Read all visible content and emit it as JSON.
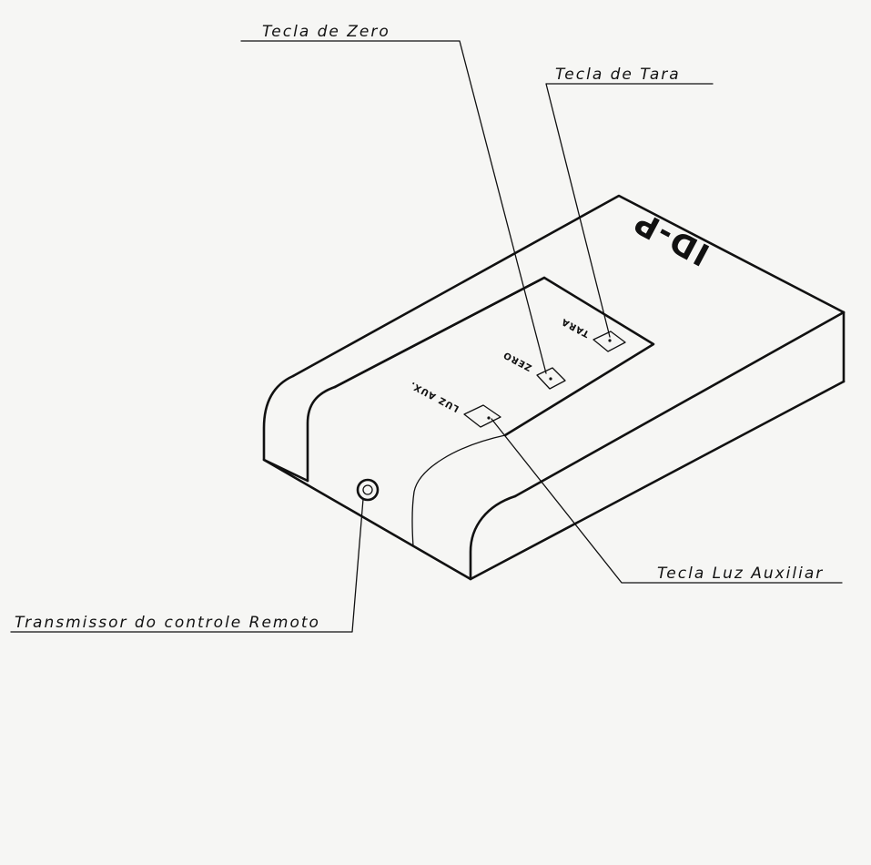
{
  "device": {
    "brand": "ID-P",
    "key_labels": {
      "tara": "TARA",
      "zero": "ZERO",
      "luz_aux": "LUZ AUX."
    }
  },
  "callouts": {
    "zero_key": "Tecla de Zero",
    "tare_key": "Tecla de Tara",
    "aux_light_key": "Tecla Luz Auxiliar",
    "remote_transmitter": "Transmissor do controle Remoto"
  },
  "colors": {
    "ink": "#111111",
    "paper": "#f6f6f4"
  }
}
